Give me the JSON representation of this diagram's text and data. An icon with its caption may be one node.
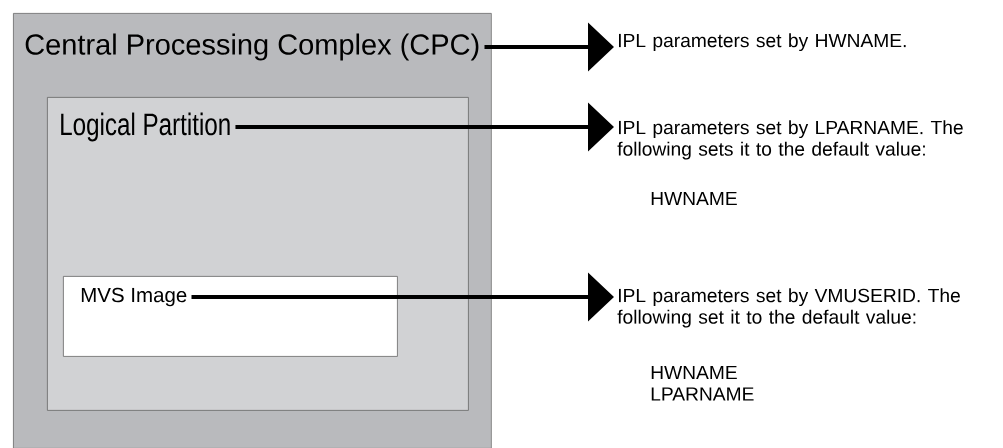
{
  "diagram": {
    "nodes": [
      {
        "text": [
          "Central Processing Complex (CPC)"
        ]
      },
      {
        "text": [
          "Logical Partition"
        ],
        "in": 0
      },
      {
        "text": [
          "MVS Image"
        ],
        "in": 1
      },
      {
        "text": [
          "IPL parameters set by HWNAME."
        ]
      },
      {
        "text": [
          "IPL parameters set by LPARNAME. The following sets it to the default value:",
          "HWNAME"
        ]
      },
      {
        "text": [
          "IPL parameters set by VMUSERID. The following set it to the default value:",
          "HWNAME",
          "LPARNAME"
        ]
      }
    ],
    "edges": [
      {
        "from": 0,
        "to": 3,
        "arrow": "to"
      },
      {
        "from": 1,
        "to": 4,
        "arrow": "to"
      },
      {
        "from": 2,
        "to": 5,
        "arrow": "to"
      }
    ]
  }
}
